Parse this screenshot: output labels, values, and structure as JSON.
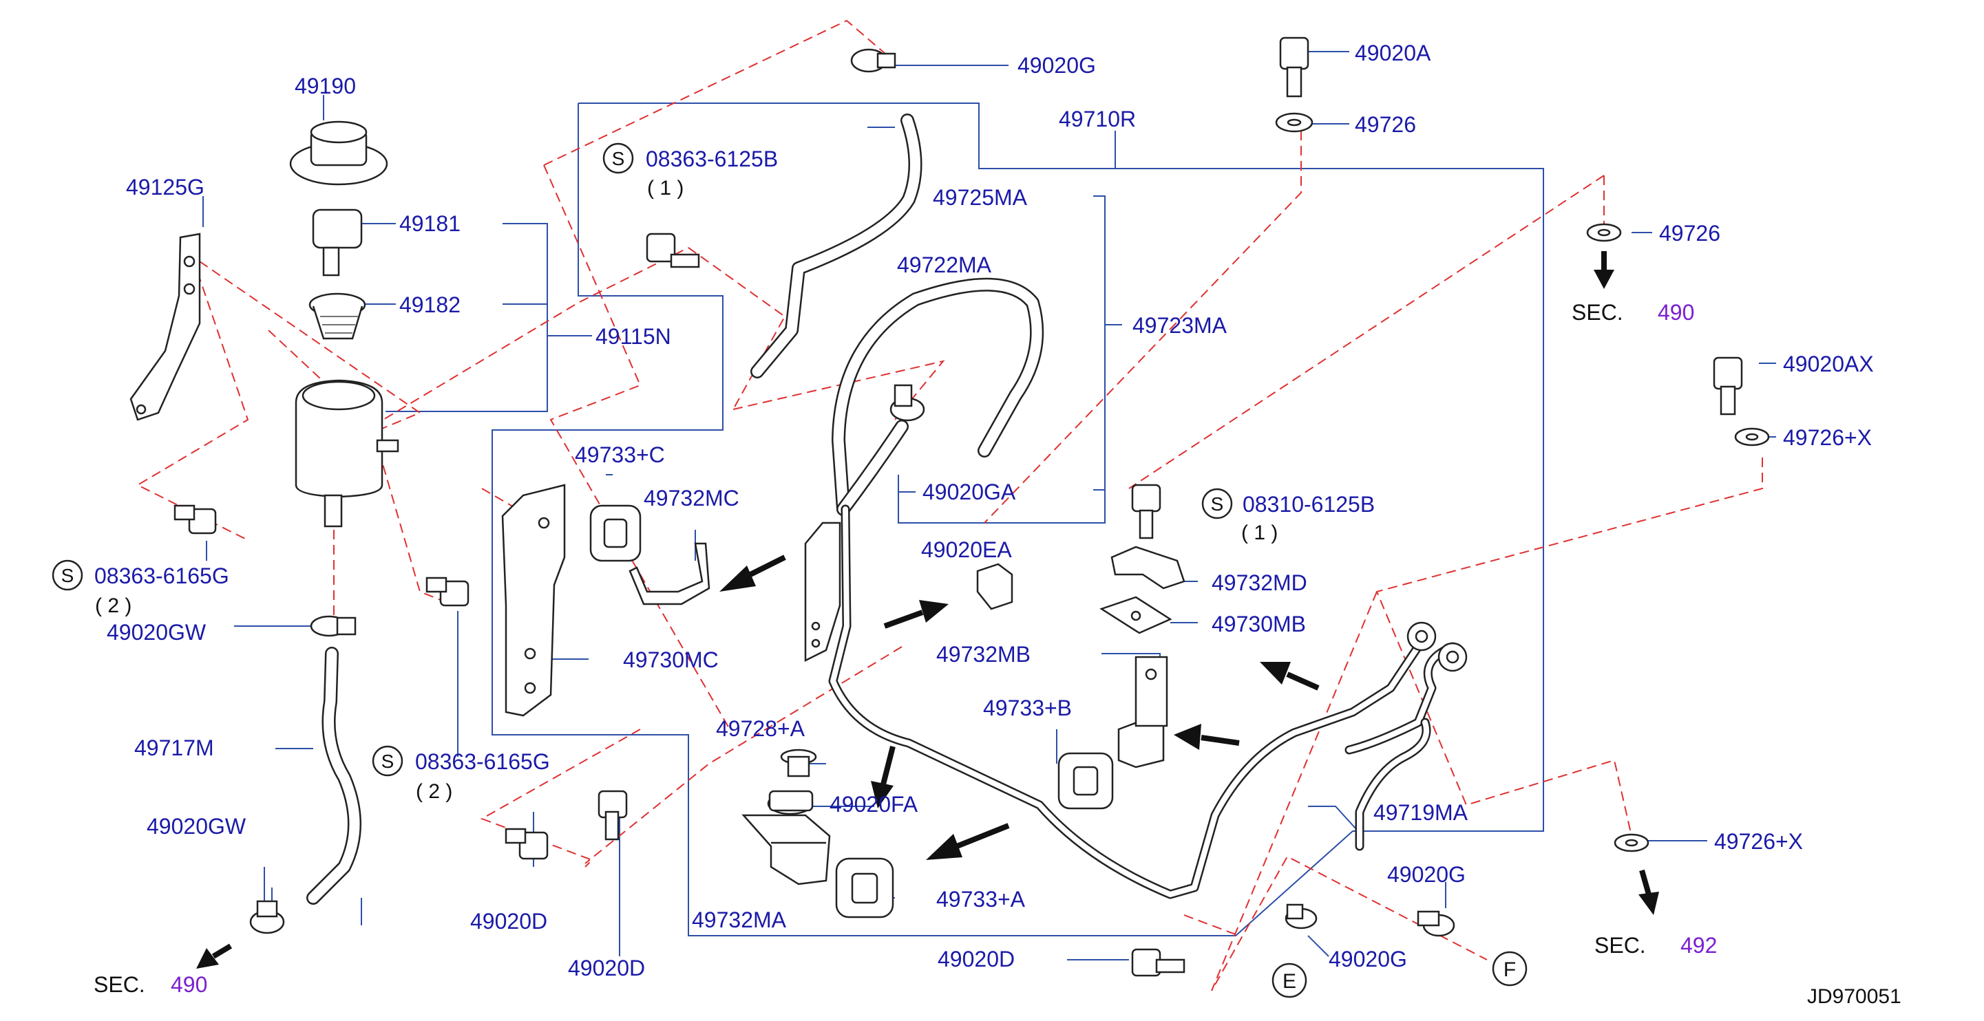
{
  "labels": {
    "p49190": "49190",
    "p49181": "49181",
    "p49182": "49182",
    "p49115N": "49115N",
    "p49125G": "49125G",
    "p08363_6165G_a": "08363-6165G",
    "p49020GW_a": "49020GW",
    "p49717M": "49717M",
    "p49020GW_b": "49020GW",
    "p08363_6165G_b": "08363-6165G",
    "p08363_6125B": "08363-6125B",
    "p49733C": "49733+C",
    "p49732MC": "49732MC",
    "p49730MC": "49730MC",
    "p49728A": "49728+A",
    "p49020FA": "49020FA",
    "p49732MA": "49732MA",
    "p49733A": "49733+A",
    "p49020D_a": "49020D",
    "p49020D_b": "49020D",
    "p49020D_c": "49020D",
    "p49020G_top": "49020G",
    "p49725MA": "49725MA",
    "p49722MA": "49722MA",
    "p49723MA": "49723MA",
    "p49710R": "49710R",
    "p49020GA": "49020GA",
    "p49020EA": "49020EA",
    "p49732MB": "49732MB",
    "p49733B": "49733+B",
    "p49020A": "49020A",
    "p49726_a": "49726",
    "p08310_6125B": "08310-6125B",
    "p49732MD": "49732MD",
    "p49730MB": "49730MB",
    "p49719MA": "49719MA",
    "p49020G_b1": "49020G",
    "p49020G_b2": "49020G",
    "p49726_b": "49726",
    "p49020AX": "49020AX",
    "p49726X_a": "49726+X",
    "p49726X_b": "49726+X"
  },
  "quantities": {
    "q1": "( 1 )",
    "q2": "( 2 )",
    "q3": "( 2 )",
    "q4": "( 1 )"
  },
  "sections": {
    "sec_word": "SEC.",
    "sec490_right": "490",
    "sec490_left": "490",
    "sec492": "492"
  },
  "symbols": {
    "screw": "S",
    "E": "E",
    "F": "F"
  },
  "diagram_code": "JD970051",
  "colors": {
    "label_blue": "#1a1aa8",
    "leader_blue": "#2c4fa8",
    "dashed_red": "#e03030",
    "section_purple": "#7a1fd0"
  }
}
